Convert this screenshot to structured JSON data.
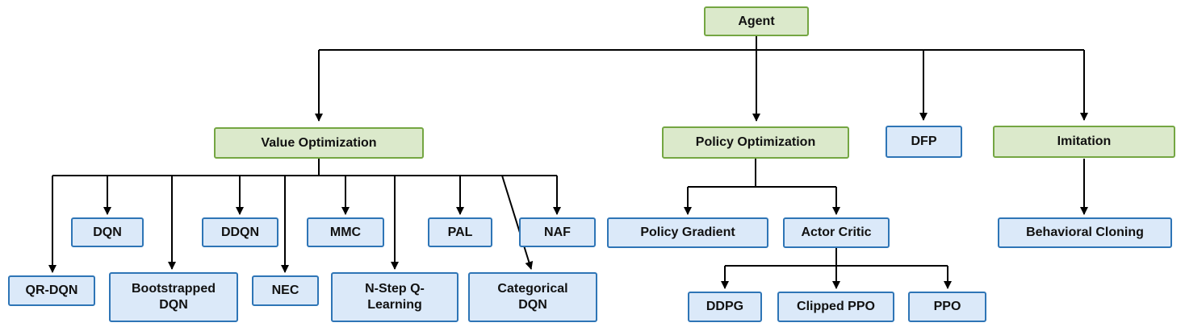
{
  "diagram": {
    "type": "tree",
    "title": "Agent algorithm hierarchy",
    "colors": {
      "green_fill": "#dbe9cb",
      "green_border": "#74a642",
      "blue_fill": "#dbe9f9",
      "blue_border": "#2e75b6",
      "line": "#000000",
      "text": "#111111"
    },
    "nodes": {
      "agent": {
        "label": "Agent",
        "style": "green"
      },
      "value_optimization": {
        "label": "Value Optimization",
        "style": "green"
      },
      "policy_optimization": {
        "label": "Policy Optimization",
        "style": "green"
      },
      "dfp": {
        "label": "DFP",
        "style": "blue"
      },
      "imitation": {
        "label": "Imitation",
        "style": "green"
      },
      "dqn": {
        "label": "DQN",
        "style": "blue"
      },
      "ddqn": {
        "label": "DDQN",
        "style": "blue"
      },
      "mmc": {
        "label": "MMC",
        "style": "blue"
      },
      "pal": {
        "label": "PAL",
        "style": "blue"
      },
      "naf": {
        "label": "NAF",
        "style": "blue"
      },
      "qr_dqn": {
        "label": "QR-DQN",
        "style": "blue"
      },
      "bootstrapped_dqn": {
        "label": "Bootstrapped DQN",
        "style": "blue"
      },
      "nec": {
        "label": "NEC",
        "style": "blue"
      },
      "n_step_q_learning": {
        "label": "N-Step Q-Learning",
        "style": "blue"
      },
      "categorical_dqn": {
        "label": "Categorical DQN",
        "style": "blue"
      },
      "policy_gradient": {
        "label": "Policy Gradient",
        "style": "blue"
      },
      "actor_critic": {
        "label": "Actor Critic",
        "style": "blue"
      },
      "behavioral_cloning": {
        "label": "Behavioral Cloning",
        "style": "blue"
      },
      "ddpg": {
        "label": "DDPG",
        "style": "blue"
      },
      "clipped_ppo": {
        "label": "Clipped PPO",
        "style": "blue"
      },
      "ppo": {
        "label": "PPO",
        "style": "blue"
      }
    },
    "hierarchy": {
      "Agent": [
        "Value Optimization",
        "Policy Optimization",
        "DFP",
        "Imitation"
      ],
      "Value Optimization": [
        "DQN",
        "DDQN",
        "MMC",
        "PAL",
        "NAF",
        "QR-DQN",
        "Bootstrapped DQN",
        "NEC",
        "N-Step Q-Learning",
        "Categorical DQN"
      ],
      "Policy Optimization": [
        "Policy Gradient",
        "Actor Critic"
      ],
      "Actor Critic": [
        "DDPG",
        "Clipped PPO",
        "PPO"
      ],
      "Imitation": [
        "Behavioral Cloning"
      ],
      "DFP": []
    }
  }
}
